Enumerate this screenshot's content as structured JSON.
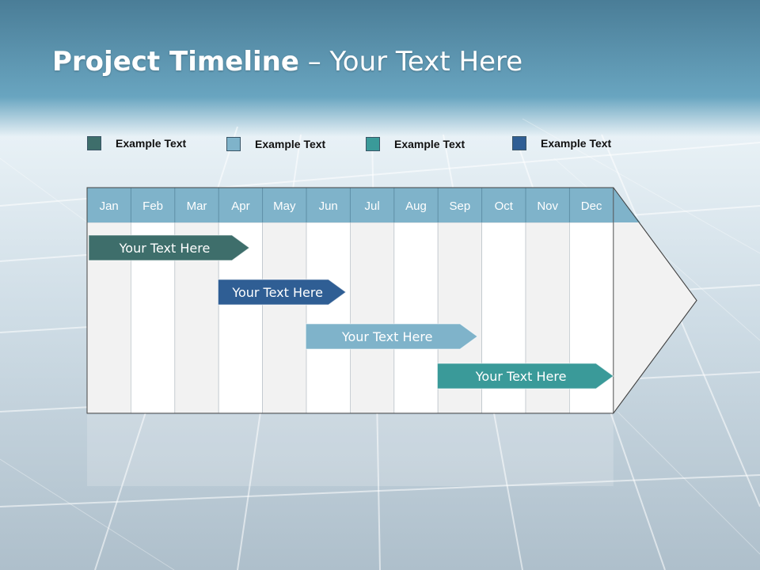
{
  "header": {
    "title_bold": "Project Timeline",
    "title_rest": " – Your Text Here"
  },
  "legend": [
    {
      "label": "Example Text",
      "color": "#3e6e6b"
    },
    {
      "label": "Example Text",
      "color": "#7fb3ca"
    },
    {
      "label": "Example Text",
      "color": "#3a9a99"
    },
    {
      "label": "Example Text",
      "color": "#2f5e94"
    }
  ],
  "timeline": {
    "months": [
      "Jan",
      "Feb",
      "Mar",
      "Apr",
      "May",
      "Jun",
      "Jul",
      "Aug",
      "Sep",
      "Oct",
      "Nov",
      "Dec"
    ],
    "header_color": "#7fb3ca",
    "tasks": [
      {
        "label": "Your  Text Here",
        "start": 0.0,
        "end": 3.7,
        "color": "#3e6e6b"
      },
      {
        "label": "Your  Text Here",
        "start": 2.95,
        "end": 5.9,
        "color": "#2f5e94"
      },
      {
        "label": "Your  Text Here",
        "start": 4.95,
        "end": 8.9,
        "color": "#7fb3ca"
      },
      {
        "label": "Your  Text Here",
        "start": 7.95,
        "end": 12.0,
        "color": "#3a9a99"
      }
    ]
  }
}
